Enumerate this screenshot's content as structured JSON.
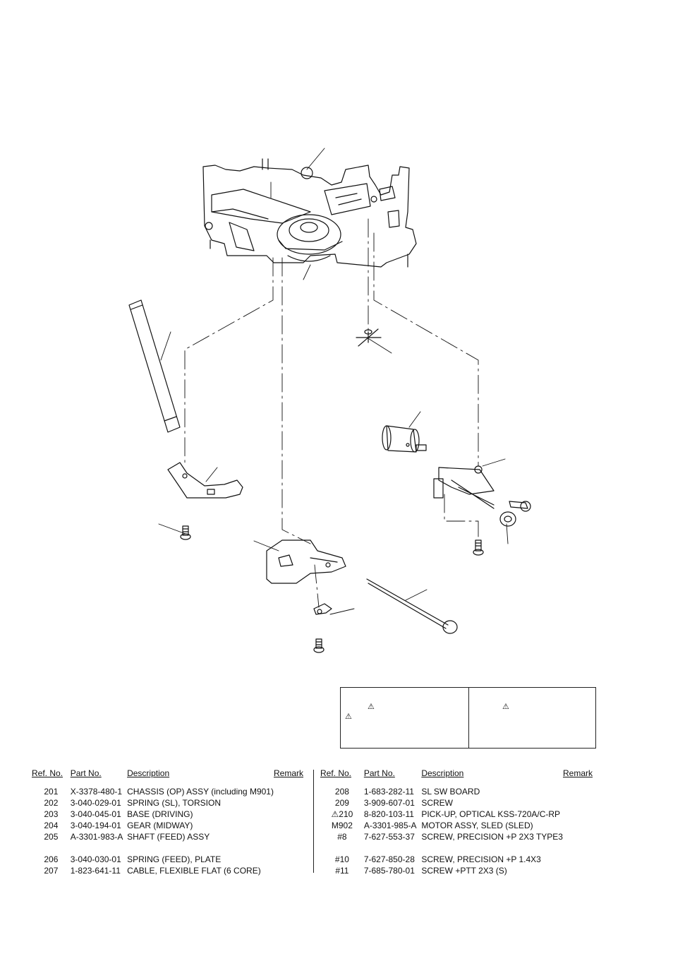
{
  "warning_box": {
    "left_symbol": "⚠",
    "left_symbol_2": "⚠",
    "right_symbol": "⚠"
  },
  "table_left": {
    "headers": [
      "Ref. No.",
      "Part No.",
      "Description",
      "Remark"
    ],
    "rows": [
      {
        "ref": "201",
        "part": "X-3378-480-1",
        "desc": "CHASSIS (OP) ASSY (including M901)",
        "remark": ""
      },
      {
        "ref": "202",
        "part": "3-040-029-01",
        "desc": "SPRING (SL), TORSION",
        "remark": ""
      },
      {
        "ref": "203",
        "part": "3-040-045-01",
        "desc": "BASE (DRIVING)",
        "remark": ""
      },
      {
        "ref": "204",
        "part": "3-040-194-01",
        "desc": "GEAR (MIDWAY)",
        "remark": ""
      },
      {
        "ref": "205",
        "part": "A-3301-983-A",
        "desc": "SHAFT (FEED) ASSY",
        "remark": ""
      },
      {
        "ref": "",
        "part": "",
        "desc": "",
        "remark": ""
      },
      {
        "ref": "206",
        "part": "3-040-030-01",
        "desc": "SPRING (FEED), PLATE",
        "remark": ""
      },
      {
        "ref": "207",
        "part": "1-823-641-11",
        "desc": "CABLE, FLEXIBLE FLAT (6 CORE)",
        "remark": ""
      }
    ]
  },
  "table_right": {
    "headers": [
      "Ref. No.",
      "Part No.",
      "Description",
      "Remark"
    ],
    "rows": [
      {
        "ref": "208",
        "part": "1-683-282-11",
        "desc": "SL SW BOARD",
        "remark": ""
      },
      {
        "ref": "209",
        "part": "3-909-607-01",
        "desc": "SCREW",
        "remark": ""
      },
      {
        "ref": "⚠210",
        "part": "8-820-103-11",
        "desc": "PICK-UP, OPTICAL KSS-720A/C-RP",
        "remark": ""
      },
      {
        "ref": "M902",
        "part": "A-3301-985-A",
        "desc": "MOTOR ASSY, SLED (SLED)",
        "remark": ""
      },
      {
        "ref": "#8",
        "part": "7-627-553-37",
        "desc": "SCREW, PRECISION +P 2X3 TYPE3",
        "remark": ""
      },
      {
        "ref": "",
        "part": "",
        "desc": "",
        "remark": ""
      },
      {
        "ref": "#10",
        "part": "7-627-850-28",
        "desc": "SCREW, PRECISION +P 1.4X3",
        "remark": ""
      },
      {
        "ref": "#11",
        "part": "7-685-780-01",
        "desc": "SCREW +PTT 2X3 (S)",
        "remark": ""
      }
    ]
  }
}
